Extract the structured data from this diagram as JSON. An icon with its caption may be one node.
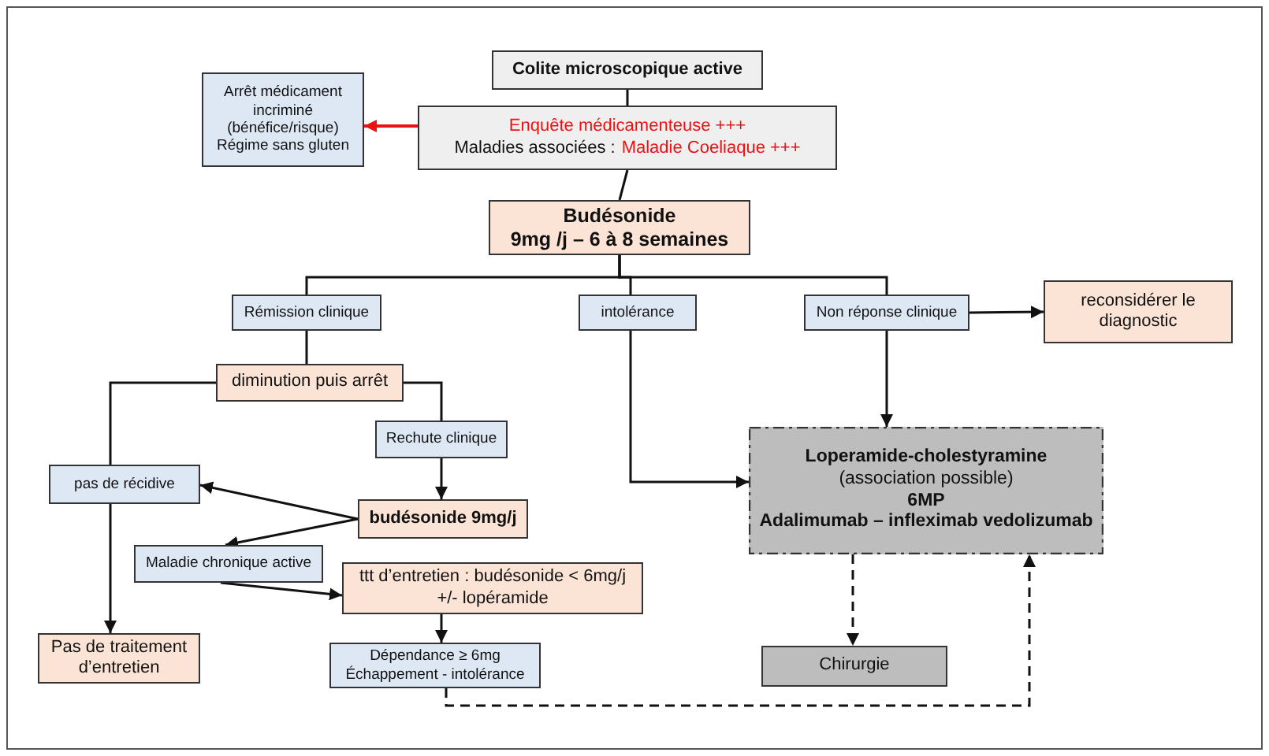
{
  "diagram": {
    "nodes": [
      {
        "text": [
          "Colite microscopique active"
        ]
      },
      {
        "text": [
          "Enquête médicamenteuse +++",
          "Maladies associées :",
          "Maladie Coeliaque +++"
        ]
      },
      {
        "text": [
          "Arrêt médicament incriminé (bénéfice/risque)",
          "Régime sans gluten"
        ]
      },
      {
        "text": [
          "Budésonide",
          "9mg /j – 6 à 8 semaines"
        ]
      },
      {
        "text": [
          "Rémission clinique"
        ]
      },
      {
        "text": [
          "intolérance"
        ]
      },
      {
        "text": [
          "Non réponse clinique"
        ]
      },
      {
        "text": [
          "reconsidérer le diagnostic"
        ]
      },
      {
        "text": [
          "diminution puis arrêt"
        ]
      },
      {
        "text": [
          "Rechute clinique"
        ]
      },
      {
        "text": [
          "pas de récidive"
        ]
      },
      {
        "text": [
          "budésonide 9mg/j"
        ]
      },
      {
        "text": [
          "Maladie chronique active"
        ]
      },
      {
        "text": [
          "ttt d’entretien : budésonide < 6mg/j +/- lopéramide"
        ]
      },
      {
        "text": [
          "Pas de traitement d’entretien"
        ]
      },
      {
        "text": [
          "Dépendance ≥ 6mg Échappement - intolérance"
        ]
      },
      {
        "text": [
          "Loperamide-cholestyramine",
          "(association possible)",
          "6MP",
          "Adalimumab – infleximab vedolizumab"
        ]
      },
      {
        "text": [
          "Chirurgie"
        ]
      }
    ],
    "edges": [
      {
        "from": 0,
        "to": 1,
        "arrow": "none"
      },
      {
        "from": 1,
        "to": 2,
        "arrow": "to",
        "color": "#ee1111"
      },
      {
        "from": 1,
        "to": 3,
        "arrow": "none"
      },
      {
        "from": 3,
        "to": 4,
        "arrow": "none"
      },
      {
        "from": 3,
        "to": 5,
        "arrow": "none"
      },
      {
        "from": 3,
        "to": 6,
        "arrow": "none"
      },
      {
        "from": 6,
        "to": 7,
        "arrow": "to"
      },
      {
        "from": 6,
        "to": 16,
        "arrow": "to"
      },
      {
        "from": 5,
        "to": 16,
        "arrow": "to"
      },
      {
        "from": 4,
        "to": 8,
        "arrow": "none"
      },
      {
        "from": 8,
        "to": 10,
        "arrow": "none"
      },
      {
        "from": 8,
        "to": 9,
        "arrow": "none"
      },
      {
        "from": 9,
        "to": 11,
        "arrow": "to"
      },
      {
        "from": 11,
        "to": 10,
        "arrow": "to"
      },
      {
        "from": 11,
        "to": 12,
        "arrow": "to"
      },
      {
        "from": 12,
        "to": 13,
        "arrow": "to"
      },
      {
        "from": 10,
        "to": 14,
        "arrow": "to"
      },
      {
        "from": 13,
        "to": 15,
        "arrow": "to"
      },
      {
        "from": 16,
        "to": 17,
        "arrow": "to",
        "style": "dashed"
      },
      {
        "from": 15,
        "to": 16,
        "arrow": "to",
        "style": "dashed"
      }
    ]
  }
}
